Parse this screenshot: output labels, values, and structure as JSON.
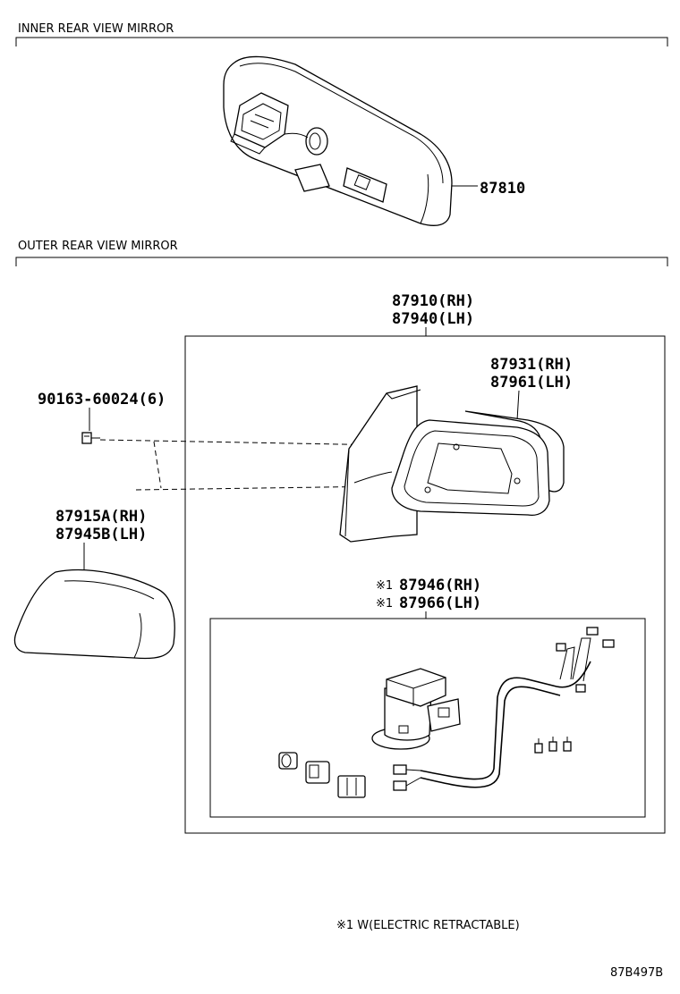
{
  "sections": {
    "inner_title": "INNER REAR VIEW MIRROR",
    "outer_title": "OUTER REAR VIEW MIRROR"
  },
  "parts": {
    "inner_mirror": "87810",
    "outer_assy_rh": "87910(RH)",
    "outer_assy_lh": "87940(LH)",
    "mirror_sub_rh": "87931(RH)",
    "mirror_sub_lh": "87961(LH)",
    "screw": "90163-60024(6)",
    "cover_rh": "87915A(RH)",
    "cover_lh": "87945B(LH)",
    "retractor_rh": "87946(RH)",
    "retractor_lh": "87966(LH)",
    "retractor_mark": "※1"
  },
  "footnote": "※1 W(ELECTRIC RETRACTABLE)",
  "diagram_ref": "87B497B"
}
